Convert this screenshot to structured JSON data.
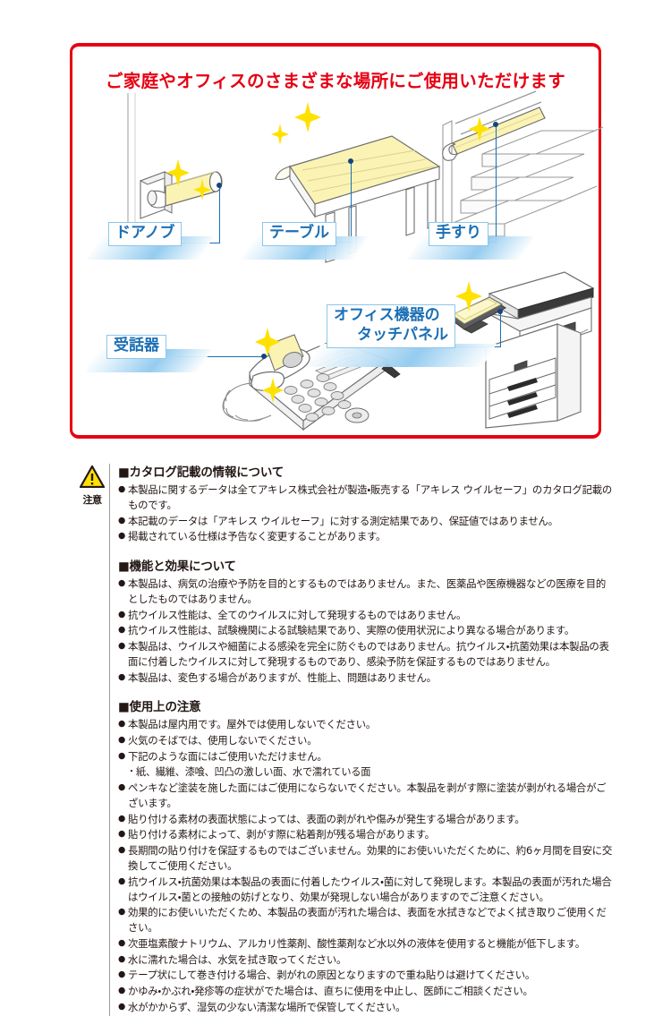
{
  "panel": {
    "title": "ご家庭やオフィスのさまざまな場所にご使用いただけます",
    "border_color": "#e60012",
    "labels": {
      "doorknob": "ドアノブ",
      "table": "テーブル",
      "handrail": "手すり",
      "handset": "受話器",
      "touchpanel_line1": "オフィス機器の",
      "touchpanel_line2": "タッチパネル"
    }
  },
  "notice": {
    "warning_icon": "warning-triangle-icon",
    "warning_label": "注意",
    "sections": [
      {
        "heading": "■カタログ記載の情報について",
        "items": [
          "本製品に関するデータは全てアキレス株式会社が製造・販売する「アキレス ウイルセーフ」のカタログ記載のものです。",
          "本記載のデータは「アキレス ウイルセーフ」に対する測定結果であり、保証値ではありません。",
          "掲載されている仕様は予告なく変更することがあります。"
        ]
      },
      {
        "heading": "■機能と効果について",
        "items": [
          "本製品は、病気の治療や予防を目的とするものではありません。また、医薬品や医療機器などの医療を目的としたものではありません。",
          "抗ウイルス性能は、全てのウイルスに対して発現するものではありません。",
          "抗ウイルス性能は、試験機関による試験結果であり、実際の使用状況により異なる場合があります。",
          "本製品は、ウイルスや細菌による感染を完全に防ぐものではありません。抗ウイルス・抗菌効果は本製品の表面に付着したウイルスに対して発現するものであり、感染予防を保証するものではありません。",
          "本製品は、変色する場合がありますが、性能上、問題はありません。"
        ]
      },
      {
        "heading": "■使用上の注意",
        "items": [
          "本製品は屋内用です。屋外では使用しないでください。",
          "火気のそばでは、使用しないでください。",
          "下記のような面にはご使用いただけません。"
        ],
        "sub_items": [
          "紙、繊維、漆喰、凹凸の激しい面、水で濡れている面"
        ],
        "items_after": [
          "ペンキなど塗装を施した面にはご使用にならないでください。本製品を剥がす際に塗装が剥がれる場合がございます。",
          "貼り付ける素材の表面状態によっては、表面の剥がれや傷みが発生する場合があります。",
          "貼り付ける素材によって、剥がす際に粘着剤が残る場合があります。",
          "長期間の貼り付けを保証するものではございません。効果的にお使いいただくために、約6ヶ月間を目安に交換してご使用ください。",
          "抗ウイルス・抗菌効果は本製品の表面に付着したウイルス・菌に対して発現します。本製品の表面が汚れた場合はウイルス・菌との接触の妨げとなり、効果が発現しない場合がありますのでご注意ください。",
          "効果的にお使いいただくため、本製品の表面が汚れた場合は、表面を水拭きなどでよく拭き取りご使用ください。",
          "次亜塩素酸ナトリウム、アルカリ性薬剤、酸性薬剤など水以外の液体を使用すると機能が低下します。",
          "水に濡れた場合は、水気を拭き取ってください。",
          "テープ状にして巻き付ける場合、剥がれの原因となりますので重ね貼りは避けてください。",
          "かゆみ・かぶれ・発疹等の症状がでた場合は、直ちに使用を中止し、医師にご相談ください。",
          "水がかからず、湿気の少ない清潔な場所で保管してください。"
        ]
      }
    ]
  },
  "colors": {
    "accent_red": "#e60012",
    "label_blue": "#1b6fb5",
    "film_yellow": "#faf3b4",
    "sparkle_yellow": "#ffe100",
    "line_gray": "#6e6e6e"
  }
}
